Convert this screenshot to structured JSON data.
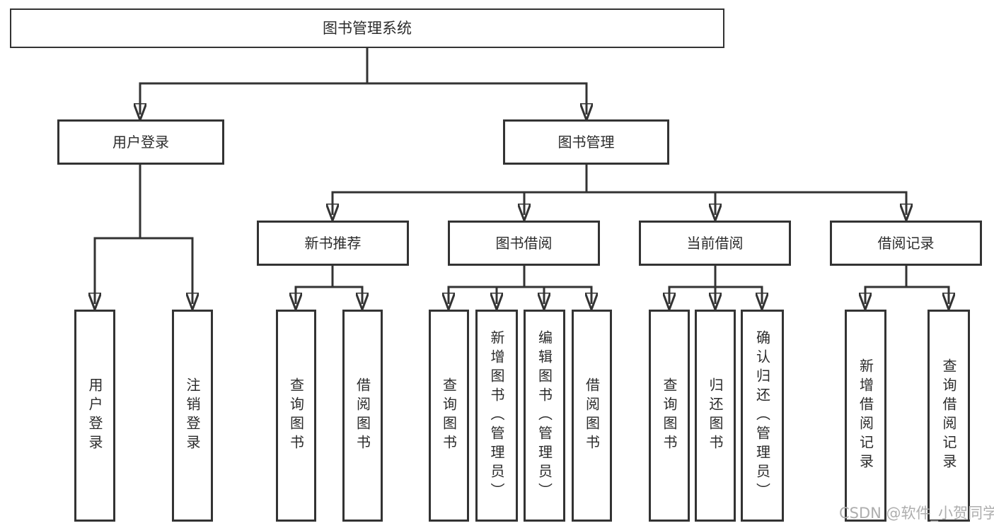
{
  "colors": {
    "line": "#333333",
    "text": "#2b2b2b",
    "watermark": "#aeaeae",
    "background": "#ffffff"
  },
  "watermark": {
    "text": "CSDN @软件_小贺同学"
  },
  "tree": {
    "root": "图书管理系统",
    "children": [
      {
        "label": "用户登录",
        "children": [
          {
            "label": "用户登录"
          },
          {
            "label": "注销登录"
          }
        ]
      },
      {
        "label": "图书管理",
        "children": [
          {
            "label": "新书推荐",
            "children": [
              {
                "label": "查询图书"
              },
              {
                "label": "借阅图书"
              }
            ]
          },
          {
            "label": "图书借阅",
            "children": [
              {
                "label": "查询图书"
              },
              {
                "label": "新增图书（管理员）"
              },
              {
                "label": "编辑图书（管理员）"
              },
              {
                "label": "借阅图书"
              }
            ]
          },
          {
            "label": "当前借阅",
            "children": [
              {
                "label": "查询图书"
              },
              {
                "label": "归还图书"
              },
              {
                "label": "确认归还（管理员）"
              }
            ]
          },
          {
            "label": "借阅记录",
            "children": [
              {
                "label": "新增借阅记录"
              },
              {
                "label": "查询借阅记录"
              }
            ]
          }
        ]
      }
    ]
  }
}
